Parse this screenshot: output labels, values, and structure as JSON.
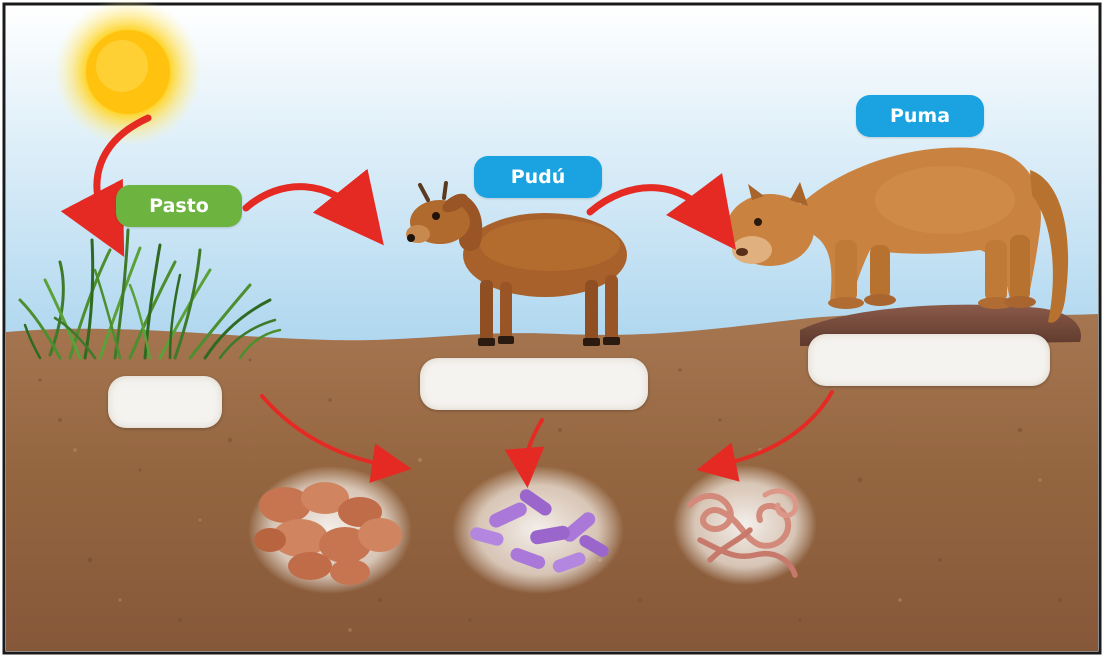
{
  "labels": {
    "pasto": "Pasto",
    "pudu": "Pudú",
    "puma": "Puma"
  },
  "colors": {
    "producer_label": "#6cb33f",
    "consumer_label": "#1aa3e0",
    "arrow": "#e52a24",
    "sky_top": "#ffffff",
    "sky_bottom": "#a9d4ee",
    "soil": "#9a6b45",
    "answer_box": "#f5f3ef"
  },
  "answer_boxes": [
    "",
    "",
    ""
  ],
  "icons": [
    "sun-icon",
    "grass-icon",
    "pudu-deer-icon",
    "puma-icon",
    "fungi-icon",
    "bacteria-icon",
    "earthworm-icon",
    "arrow-icon"
  ]
}
